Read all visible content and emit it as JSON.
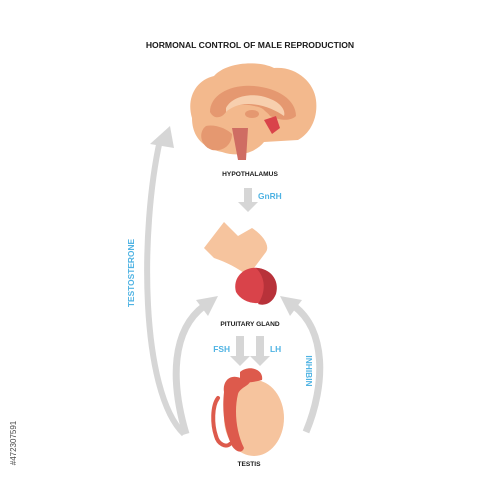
{
  "title": "HORMONAL CONTROL OF MALE REPRODUCTION",
  "organs": {
    "hypothalamus": "HYPOTHALAMUS",
    "pituitary": "PITUITARY GLAND",
    "testis": "TESTIS"
  },
  "hormones": {
    "gnrh": "GnRH",
    "fsh": "FSH",
    "lh": "LH",
    "testosterone": "TESTOSTERONE",
    "inhibin": "INHIBIN"
  },
  "side_caption": "#472307591",
  "colors": {
    "arrow": "#d6d6d6",
    "hormone_label": "#4fb3e3",
    "brain_outer": "#f3b98d",
    "brain_inner": "#e59870",
    "brainstem": "#cf6d63",
    "pituitary_stalk": "#f6c49e",
    "pituitary_lobe": "#d9434a",
    "testis_body": "#f6c49e",
    "epididymis": "#dd5a4c"
  }
}
